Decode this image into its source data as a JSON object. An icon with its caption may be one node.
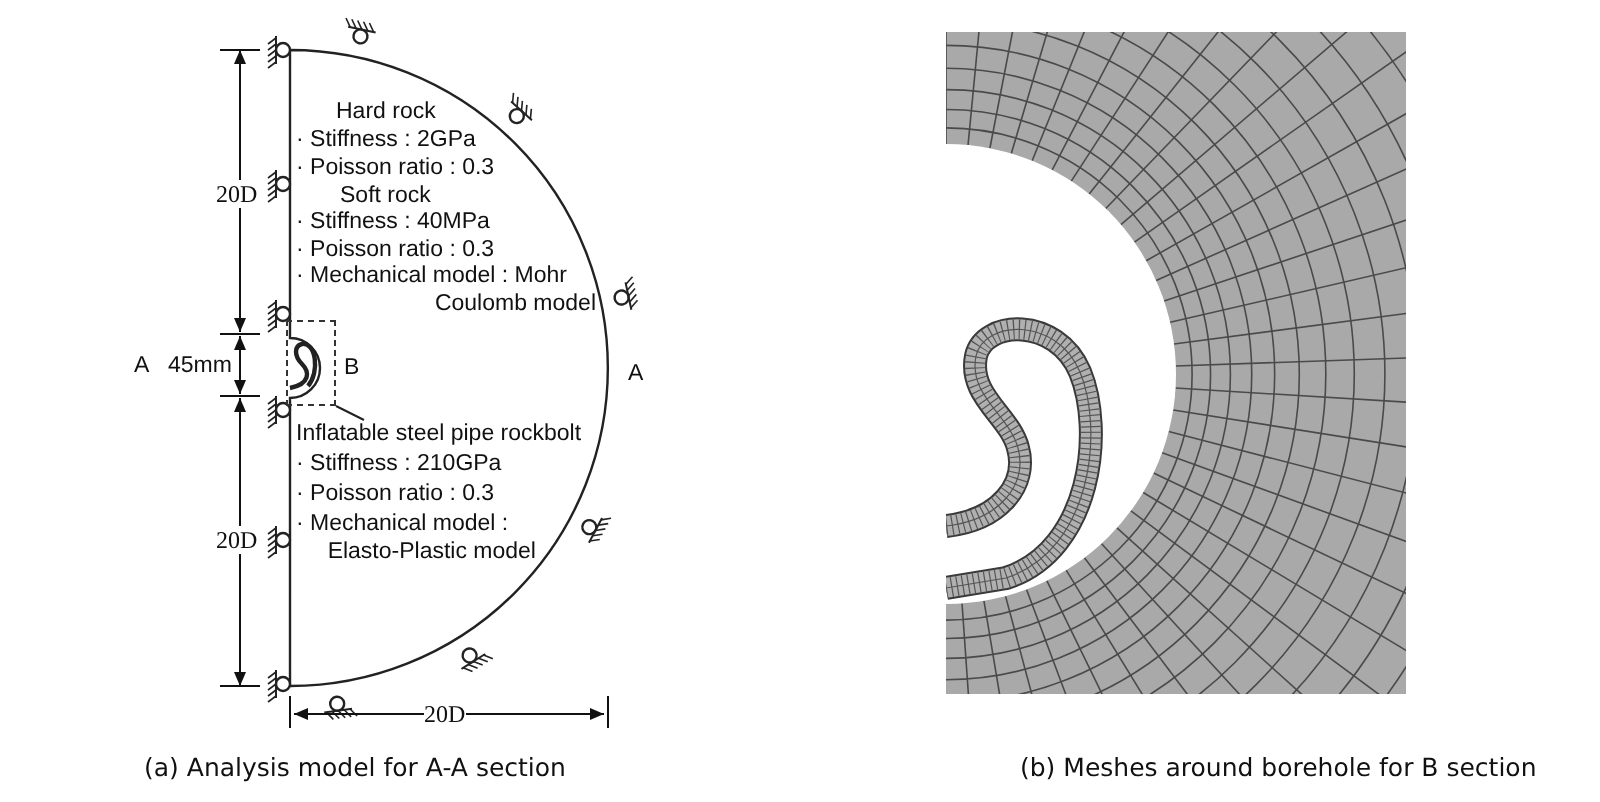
{
  "diagram": {
    "nodes": [
      {
        "text": [
          "B"
        ]
      },
      {
        "text": [
          "Inflatable steel pipe rockbolt",
          "· Stiffness : 210GPa",
          "· Poisson ratio : 0.3",
          "· Mechanical model : Elasto-Plastic model"
        ]
      }
    ],
    "edges": [
      {
        "from": 1,
        "to": 0,
        "arrow": "none"
      }
    ],
    "labels": [
      "Hard rock",
      "· Stiffness : 2GPa",
      "· Poisson ratio : 0.3",
      "Soft rock",
      "· Stiffness : 40MPa",
      "· Poisson ratio : 0.3",
      "· Mechanical model : Mohr Coulomb model",
      "20D",
      "A",
      "45mm",
      "A",
      "20D",
      "20D",
      "(a) Analysis model for A-A section",
      "(b) Meshes around borehole for B section"
    ]
  }
}
